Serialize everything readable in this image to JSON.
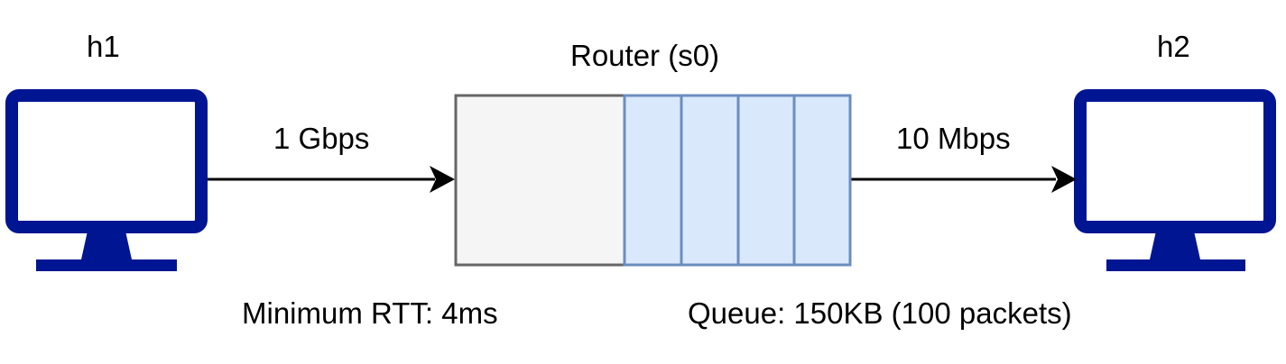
{
  "hosts": {
    "left": {
      "label": "h1"
    },
    "right": {
      "label": "h2"
    }
  },
  "router": {
    "label": "Router (s0)",
    "queue_label": "Queue: 150KB (100 packets)",
    "queue_slots": 4
  },
  "links": {
    "ingress": {
      "label": "1 Gbps"
    },
    "egress": {
      "label": "10 Mbps"
    }
  },
  "rtt_label": "Minimum RTT: 4ms",
  "colors": {
    "monitor": "#001591",
    "router_body_fill": "#f5f5f5",
    "router_body_stroke": "#666666",
    "queue_fill": "#dae8fc",
    "queue_stroke": "#6c8ebf",
    "link": "#000000"
  }
}
